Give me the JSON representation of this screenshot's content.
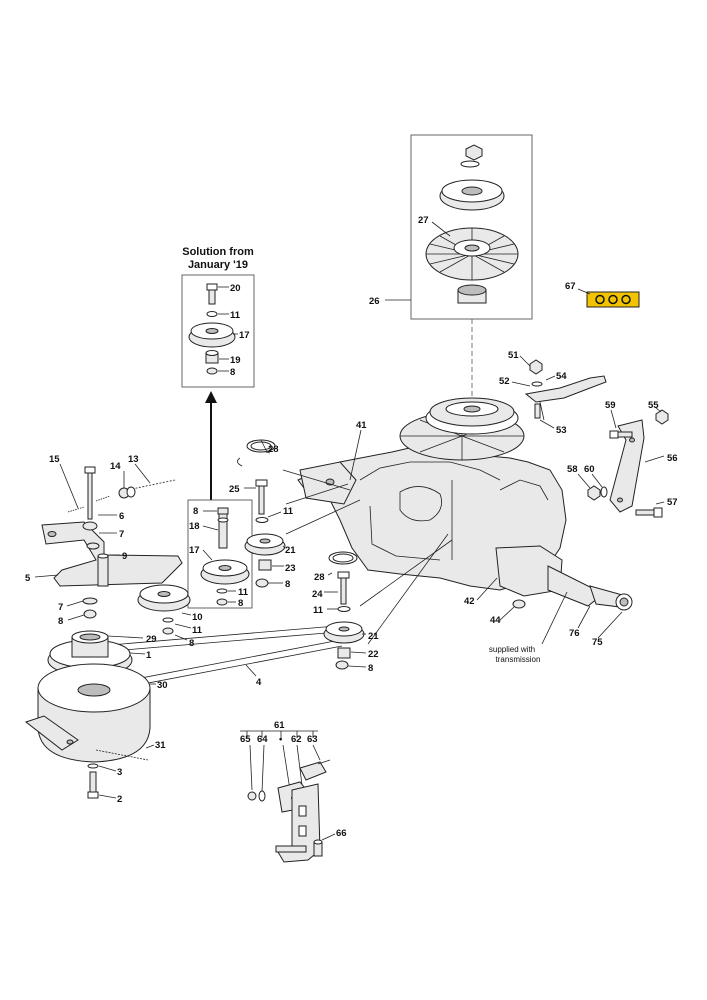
{
  "insets": {
    "new_solution_title_1": "Solution from",
    "new_solution_title_2": "January '19",
    "transmission_note_1": "supplied with",
    "transmission_note_2": "transmission"
  },
  "labels": {
    "p1": "1",
    "p2": "2",
    "p3": "3",
    "p4": "4",
    "p5": "5",
    "p6": "6",
    "p7": "7",
    "p8": "8",
    "p9": "9",
    "p10": "10",
    "p11": "11",
    "p13": "13",
    "p14": "14",
    "p15": "15",
    "p17": "17",
    "p18": "18",
    "p19": "19",
    "p20": "20",
    "p21": "21",
    "p22": "22",
    "p23": "23",
    "p24": "24",
    "p25": "25",
    "p26": "26",
    "p27": "27",
    "p28": "28",
    "p29": "29",
    "p30": "30",
    "p31": "31",
    "p41": "41",
    "p42": "42",
    "p44": "44",
    "p51": "51",
    "p52": "52",
    "p53": "53",
    "p54": "54",
    "p55": "55",
    "p56": "56",
    "p57": "57",
    "p58": "58",
    "p59": "59",
    "p60": "60",
    "p61": "61",
    "p62": "62",
    "p63": "63",
    "p64": "64",
    "p65": "65",
    "p66": "66",
    "p67": "67",
    "p75": "75",
    "p76": "76",
    "dot": "•"
  },
  "colors": {
    "sticker": "#f2c400",
    "line": "#222222",
    "part_fill": "#e9e9e9"
  }
}
